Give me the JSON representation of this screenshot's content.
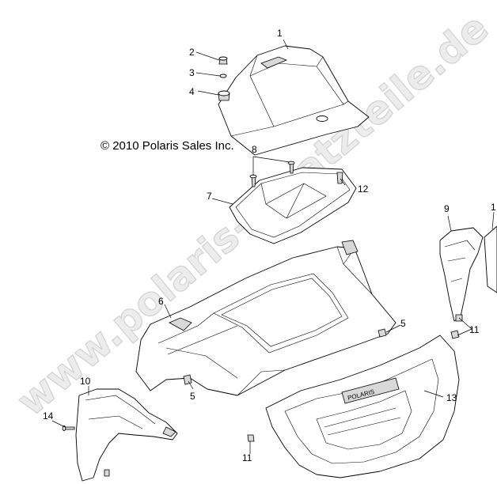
{
  "copyright": "© 2010 Polaris Sales Inc.",
  "watermark": "www.polaris-ersatzteile.de",
  "grille_brand": "POLARIS",
  "callouts": {
    "c1": "1",
    "c2": "2",
    "c3": "3",
    "c4": "4",
    "c5a": "5",
    "c5b": "5",
    "c6": "6",
    "c7": "7",
    "c8": "8",
    "c9": "9",
    "c10": "10",
    "c11a": "11",
    "c11b": "11",
    "c12": "12",
    "c13": "13",
    "c14": "14",
    "c1b": "1"
  }
}
